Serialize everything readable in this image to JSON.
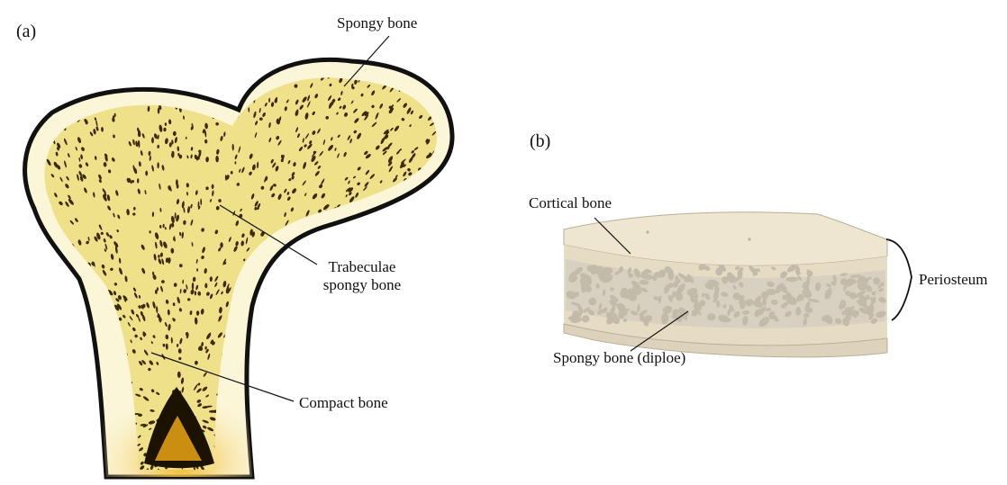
{
  "panel_a": {
    "letter": "(a)",
    "labels": {
      "spongy_bone": "Spongy bone",
      "trabeculae_line1": "Trabeculae",
      "trabeculae_line2": "spongy bone",
      "compact_bone": "Compact bone"
    },
    "colors": {
      "outline": "#111111",
      "cortex": "#fbf6d8",
      "spongy_fill": "#efe08a",
      "pores": "#3a2a08",
      "cavity": "#1c1202",
      "glow": "#e8a20c"
    }
  },
  "panel_b": {
    "letter": "(b)",
    "labels": {
      "cortical_bone": "Cortical bone",
      "periosteum": "Periosteum",
      "spongy_diploe": "Spongy bone (diploe)"
    },
    "colors": {
      "top": "#efe6d2",
      "cortex_side": "#e6dcc4",
      "diploe": "#d8d0c0",
      "holes": "#c3bba9",
      "outline": "#a89d87"
    }
  }
}
